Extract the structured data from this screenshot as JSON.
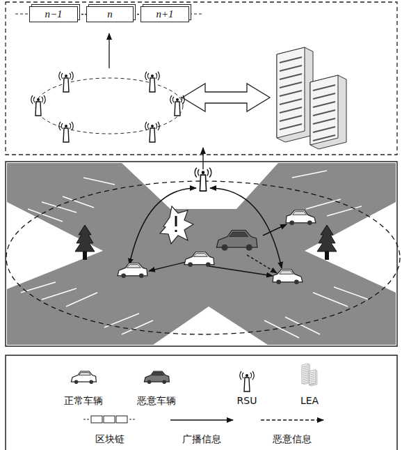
{
  "diagram": {
    "nodes": [
      {
        "text": [
          "n−1"
        ]
      },
      {
        "text": [
          "n"
        ]
      },
      {
        "text": [
          "n+1"
        ]
      }
    ],
    "edges": [
      {
        "from": 0,
        "to": 1,
        "arrow": "none"
      },
      {
        "from": 1,
        "to": 2,
        "arrow": "none"
      }
    ],
    "legend": [
      {
        "text": "正常车辆"
      },
      {
        "text": "恶意车辆"
      },
      {
        "text": "RSU"
      },
      {
        "text": "LEA"
      },
      {
        "text": "区块链"
      },
      {
        "text": "广播信息"
      },
      {
        "text": "恶意信息"
      }
    ]
  }
}
